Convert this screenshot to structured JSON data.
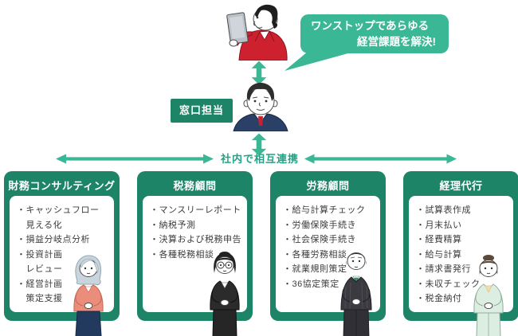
{
  "header": {
    "bubble_line1": "ワンストップであらゆる",
    "bubble_line2": "経営課題を解決!",
    "contact_label": "窓口担当",
    "cooperation_label": "社内で相互連携"
  },
  "figures": {
    "client": "business-owner-with-tablet",
    "contact": "male-contact-person-bust"
  },
  "colors": {
    "card_green": "#1e8468",
    "accent_green": "#3ab795",
    "cooperation_text_green": "#23a285",
    "client_jacket_red": "#ce2130",
    "item_text": "#3c3c3c"
  },
  "cards": [
    {
      "title": "財務コンサルティング",
      "figure": "female-consultant-pink-suit",
      "lines": [
        "・キャッシュフロー",
        "　見える化",
        "・損益分岐点分析",
        "・投資計画",
        "　レビュー",
        "・経営計画",
        "　策定支援"
      ]
    },
    {
      "title": "税務顧問",
      "figure": "female-tax-advisor-black-suit",
      "lines": [
        "・マンスリーレポート",
        "・納税予測",
        "・決算および税務申告",
        "・各種税務相談"
      ]
    },
    {
      "title": "労務顧問",
      "figure": "male-labor-advisor-pinstripe-suit",
      "lines": [
        "・給与計算チェック",
        "・労働保険手続き",
        "・社会保険手続き",
        "・各種労務相談",
        "・就業規則策定",
        "・36協定策定"
      ]
    },
    {
      "title": "経理代行",
      "figure": "female-accountant-mint-suit",
      "lines": [
        "・試算表作成",
        "・月末払い",
        "・経費精算",
        "・給与計算",
        "・請求書発行",
        "・未収チェック",
        "・税金納付"
      ]
    }
  ]
}
